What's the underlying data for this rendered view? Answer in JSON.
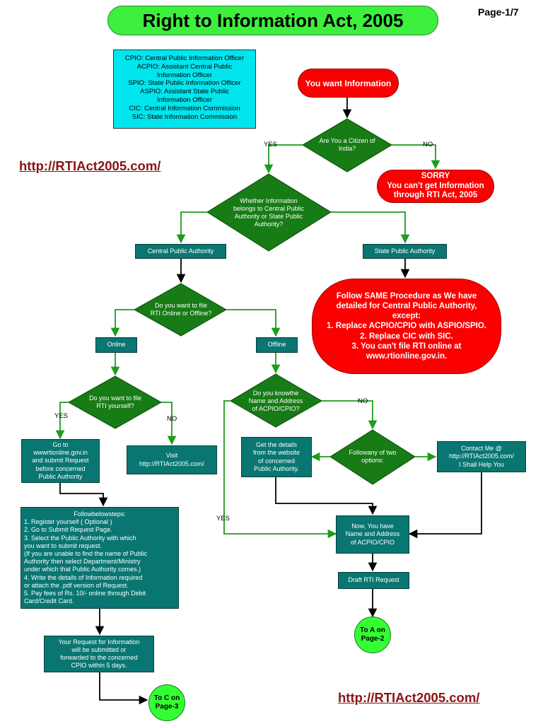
{
  "header": {
    "title": "Right to Information Act, 2005",
    "page": "Page-1/7"
  },
  "legend": [
    "CPIO: Central Public Information Officer",
    "ACPIO: Assistant Central Public",
    "Information Officer",
    "SPIO: State Public Information Officer",
    "ASPIO: Assistant State Public",
    "Information Officer",
    "CIC: Central Information Commission",
    "SIC: State Information Commission"
  ],
  "url": "http://RTIAct2005.com/",
  "nodes": {
    "start": "You want Information",
    "citizen": [
      "Are You a Citizen of",
      "India?"
    ],
    "sorry": [
      "SORRY",
      "You can't  get Information",
      "through RTI Act, 2005"
    ],
    "belongs": [
      "Whether Information",
      "belongs to Central Public",
      "Authority or State Public",
      "Authority?"
    ],
    "central": "Central Public Authority",
    "state": "State Public Authority",
    "same": [
      "Follow SAME Procedure as We have",
      "detailed for Central Public Authority,",
      "except:",
      "1. Replace ACPIO/CPIO with ASPIO/SPIO.",
      "2. Replace CIC with SIC.",
      "3. You can't file RTI online at",
      "www.rtionline.gov.in."
    ],
    "file_mode": [
      "Do you want to file",
      "RTI Online or Offline?"
    ],
    "online": "Online",
    "offline": "Offline",
    "yourself": [
      "Do you want to file",
      "RTI yourself?"
    ],
    "know": [
      "Do you knowthe",
      "Name and Address",
      "of ACPIO/CPIO?"
    ],
    "goto": [
      "Go to",
      "wwwrtionline.gov.in",
      "and submit Request",
      "before concerned",
      "Public Authority"
    ],
    "visit": [
      "Visit",
      "http://RTIAct2005.com/"
    ],
    "details": [
      "Get the details",
      "from the website",
      "of concerned",
      "Public Authority."
    ],
    "follow_any": [
      "Followany of two",
      "options:"
    ],
    "contact": [
      "Contact Me @",
      "http://RTIAct2005.com/",
      "I Shall Help You"
    ],
    "steps_head": "Followbelowsteps:",
    "steps": [
      "1. Register yourself ( Optional )",
      "2. Go to Submit Request Page.",
      "3. Select the Public Authority with which",
      "you want to submit request.",
      "(If you are unable to find the name of Public",
      "Authority then select Department/Ministry",
      "under which that Public Authority comes.)",
      "4. Write the details of Information required",
      "or attach the .pdf version of Request.",
      "5. Pay fees of Rs. 10/- online through Debit",
      "Card/Credit Card."
    ],
    "now": [
      "Now, You have",
      "Name and Address",
      "of ACPIO/CPIO"
    ],
    "draft": "Draft RTI Request",
    "submitted": [
      "Your Request for Information",
      "will be submitted or",
      "forwarded to the concerned",
      "CPIO within 5 days."
    ],
    "to_a": [
      "To A on",
      "Page-2"
    ],
    "to_c": [
      "To C on",
      "Page-3"
    ]
  },
  "labels": {
    "yes": "YES",
    "no": "NO"
  },
  "colors": {
    "box": "#097671",
    "diamond": "#177b16",
    "connector_green": "#1c9c1c",
    "connector_black": "#000000",
    "alert_red": "#fa0000",
    "title_green": "#3df03d",
    "legend_cyan": "#00e5ee",
    "url_red": "#8b1313"
  }
}
